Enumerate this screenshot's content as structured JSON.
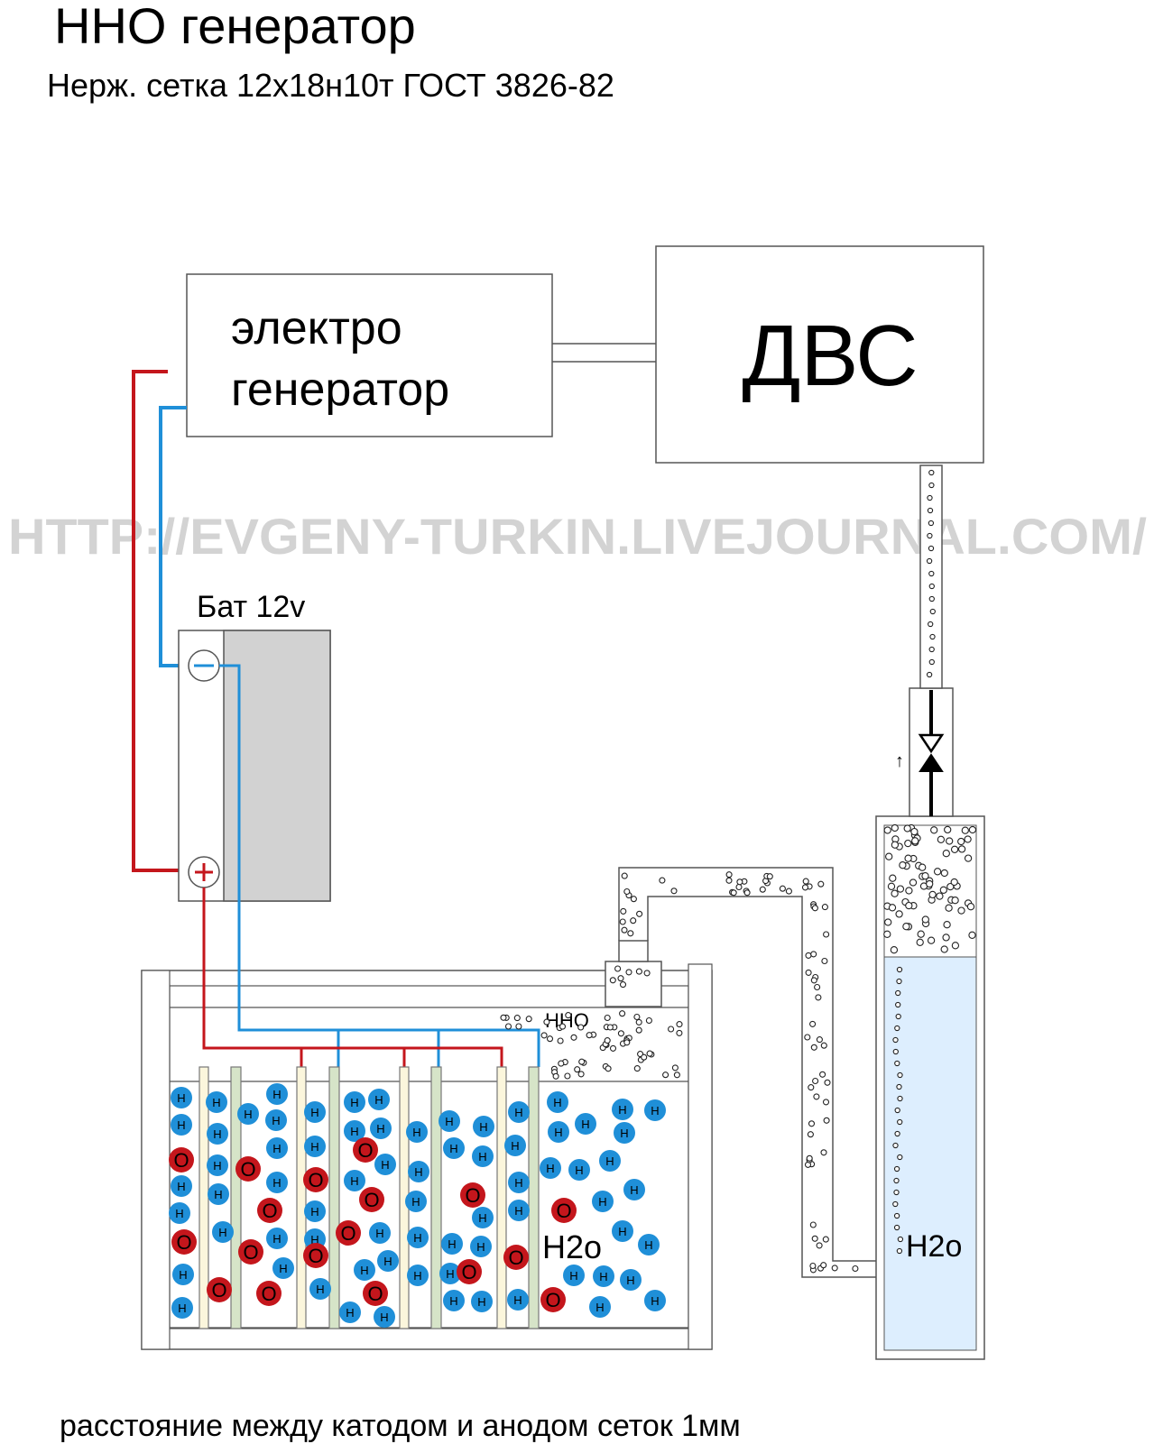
{
  "title": "ННО генератор",
  "subtitle": "Нерж. сетка 12х18н10т ГОСТ 3826-82",
  "footer": "расстояние между катодом и анодом сеток  1мм",
  "watermark": "HTTP://EVGENY-TURKIN.LIVEJOURNAL.COM/",
  "generator": {
    "line1": "электро",
    "line2": "генератор"
  },
  "engine": {
    "label": "ДВС"
  },
  "battery": {
    "label": "Бат 12v",
    "minus": "−",
    "plus": "+"
  },
  "tank": {
    "gas_label": "ННО",
    "water_label": "H2o"
  },
  "bubbler": {
    "water_label": "H2o"
  },
  "flow_arrow": "↑",
  "molecules": {
    "hydrogen": "H",
    "oxygen": "O"
  },
  "colors": {
    "wire_positive": "#c4161c",
    "wire_negative": "#1f8fd8",
    "hydrogen": "#1f8fd8",
    "oxygen": "#c4161c",
    "battery_body": "#d2d2d2",
    "water": "#ddeefe",
    "electrode_anode": "#fbf6dc",
    "electrode_cathode": "#d6e4c8",
    "watermark": "#d3d3d3"
  }
}
